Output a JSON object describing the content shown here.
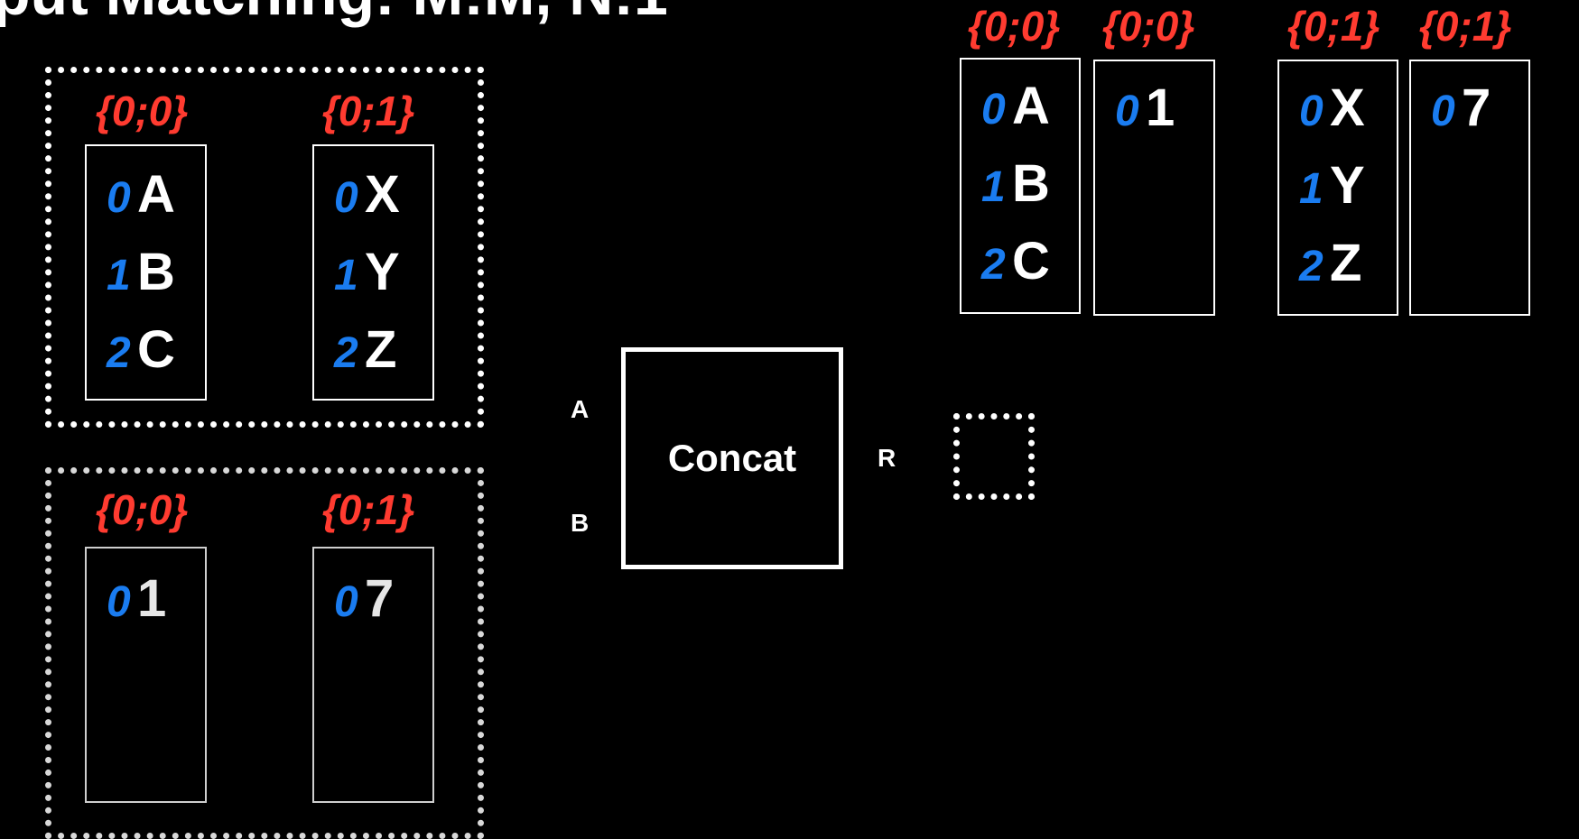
{
  "title": "put Matching: M:M, N:1",
  "inputs": {
    "a": {
      "columns": [
        {
          "tag": "{0;0}",
          "rows": [
            {
              "idx": "0",
              "val": "A"
            },
            {
              "idx": "1",
              "val": "B"
            },
            {
              "idx": "2",
              "val": "C"
            }
          ]
        },
        {
          "tag": "{0;1}",
          "rows": [
            {
              "idx": "0",
              "val": "X"
            },
            {
              "idx": "1",
              "val": "Y"
            },
            {
              "idx": "2",
              "val": "Z"
            }
          ]
        }
      ]
    },
    "b": {
      "columns": [
        {
          "tag": "{0;0}",
          "rows": [
            {
              "idx": "0",
              "val": "1"
            }
          ]
        },
        {
          "tag": "{0;1}",
          "rows": [
            {
              "idx": "0",
              "val": "7"
            }
          ]
        }
      ]
    }
  },
  "node": {
    "label": "Concat",
    "inputs": [
      "A",
      "B"
    ],
    "output": "R"
  },
  "matched": [
    {
      "tag": "{0;0}",
      "rows": [
        {
          "idx": "0",
          "val": "A"
        },
        {
          "idx": "1",
          "val": "B"
        },
        {
          "idx": "2",
          "val": "C"
        }
      ]
    },
    {
      "tag": "{0;0}",
      "rows": [
        {
          "idx": "0",
          "val": "1"
        }
      ]
    },
    {
      "tag": "{0;1}",
      "rows": [
        {
          "idx": "0",
          "val": "X"
        },
        {
          "idx": "1",
          "val": "Y"
        },
        {
          "idx": "2",
          "val": "Z"
        }
      ]
    },
    {
      "tag": "{0;1}",
      "rows": [
        {
          "idx": "0",
          "val": "7"
        }
      ]
    }
  ],
  "colors": {
    "tag": "#ff3b30",
    "index": "#1a7cf0",
    "border": "#ffffff",
    "background": "#000000"
  }
}
